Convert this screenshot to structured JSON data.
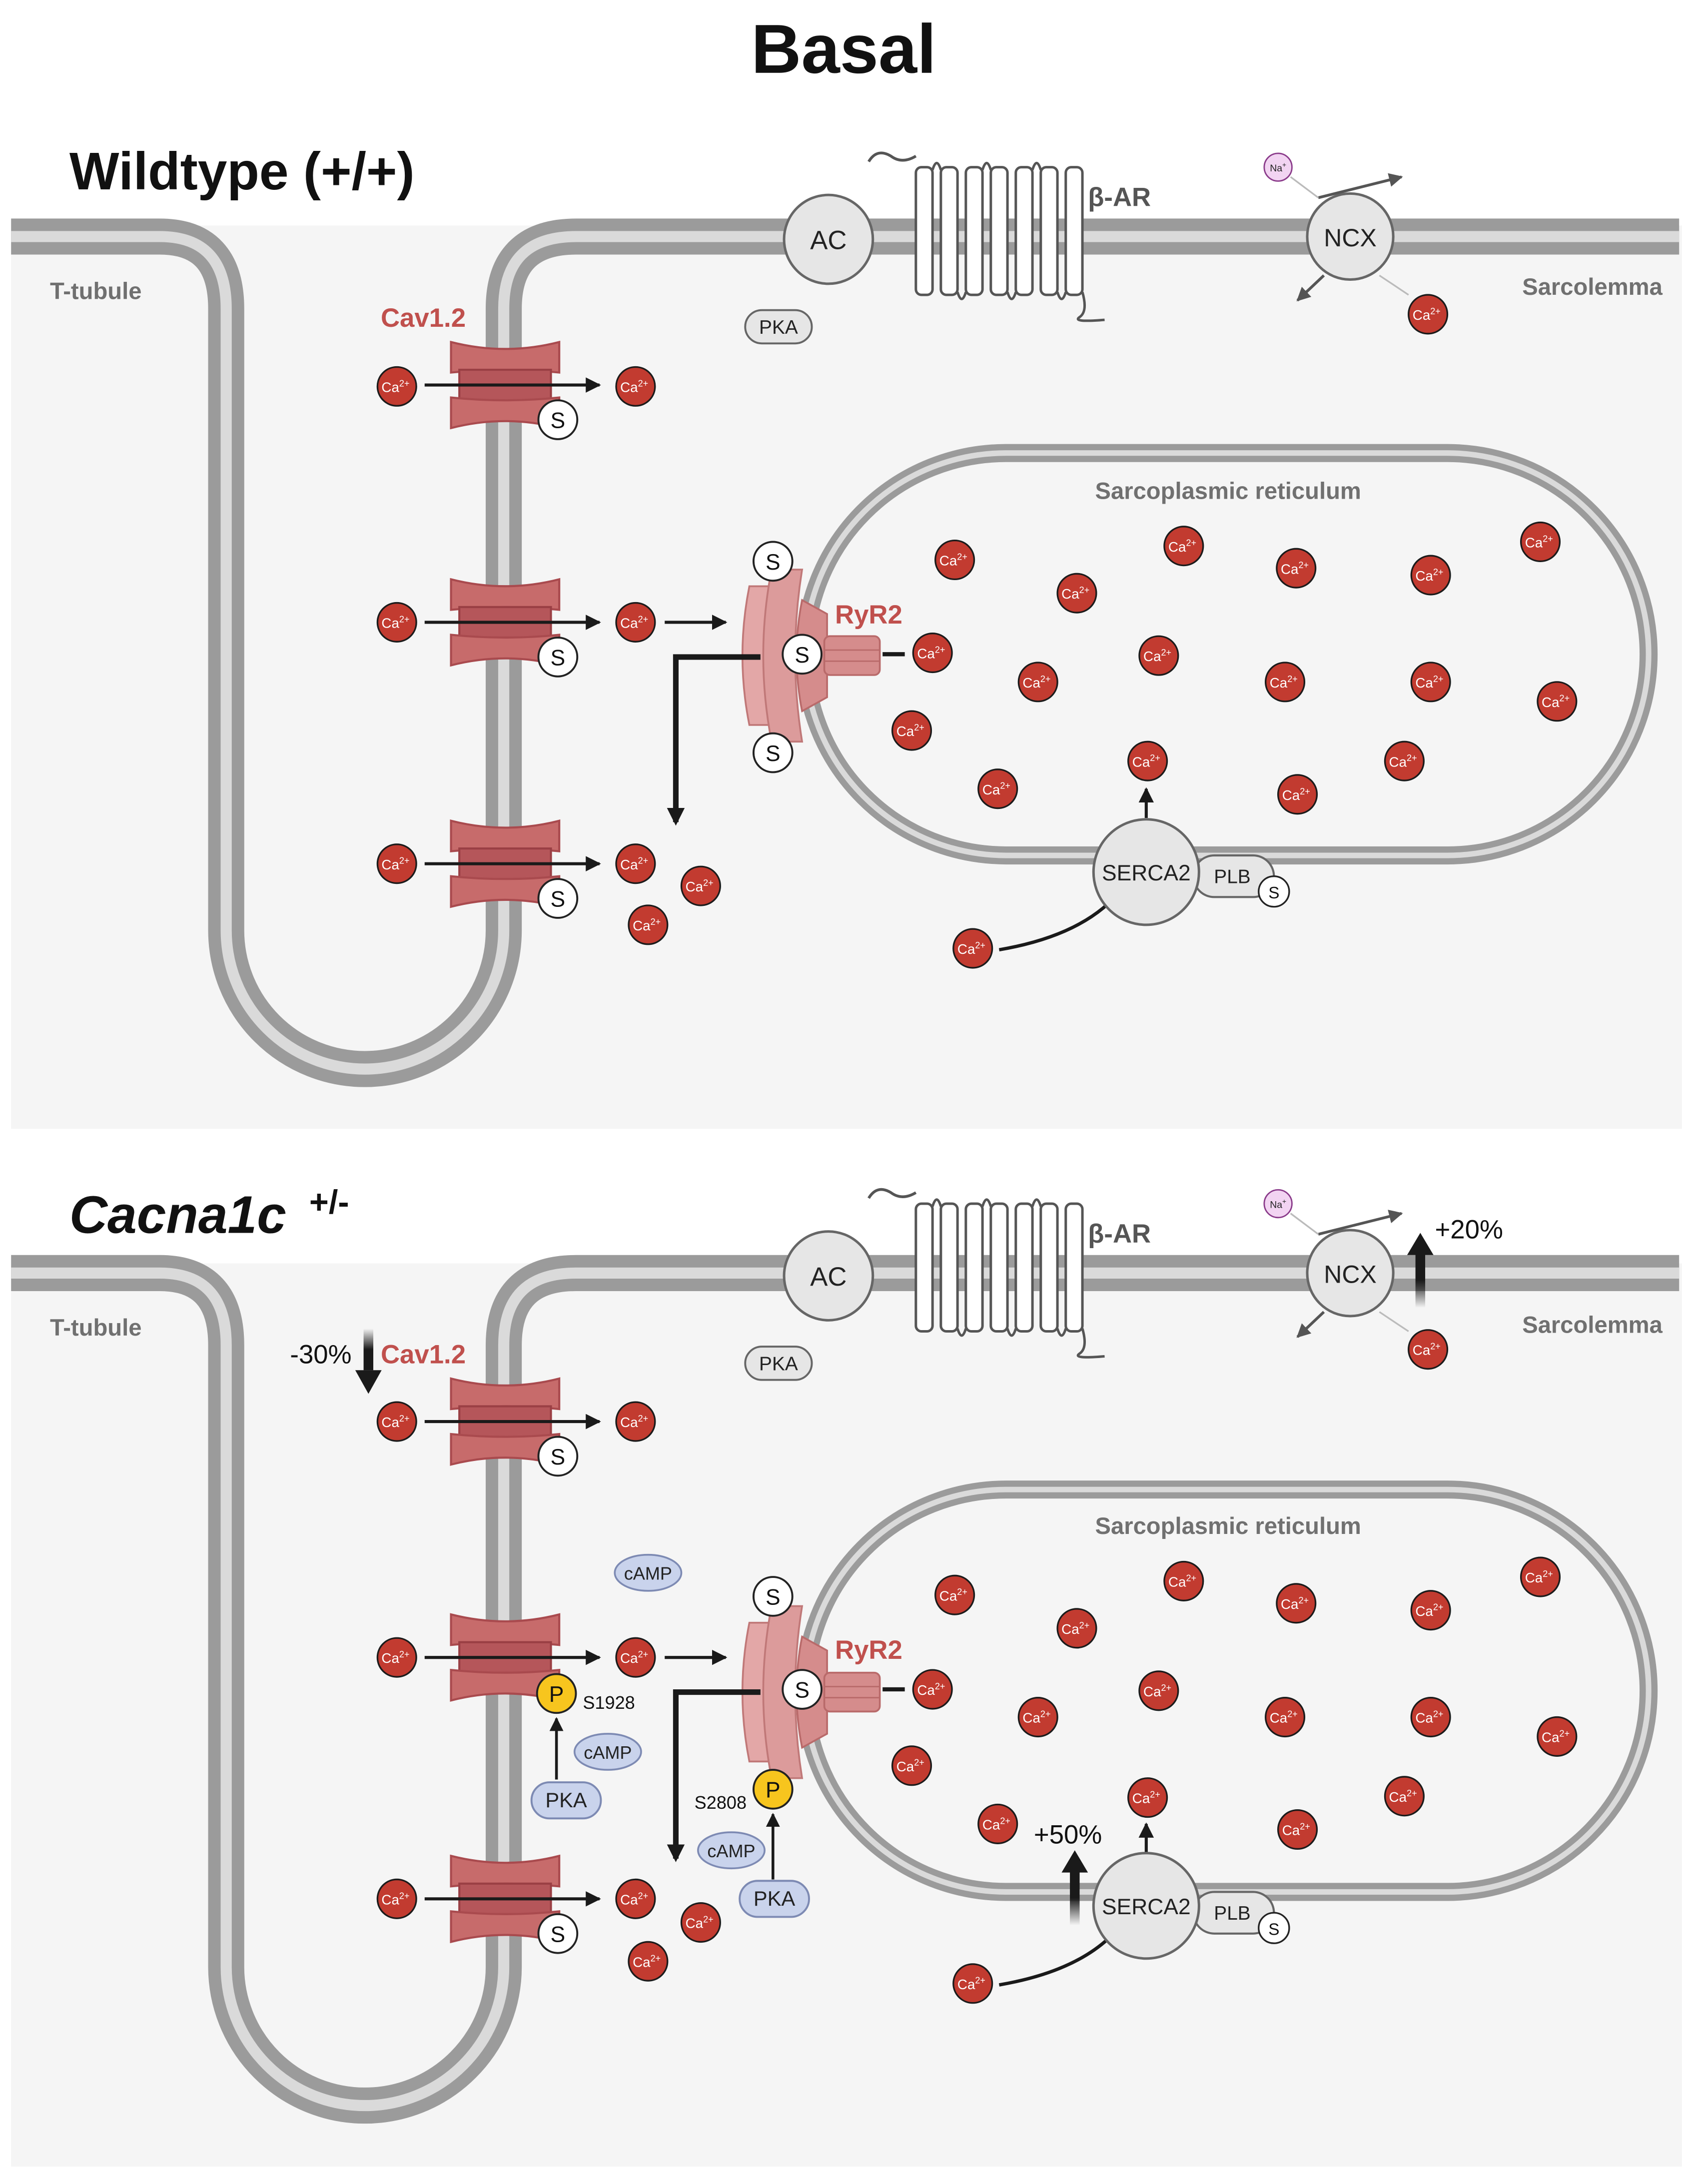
{
  "figure": {
    "title": "Basal"
  },
  "labels": {
    "ca": "Ca",
    "ca_sup": "2+",
    "na": "Na",
    "na_sup": "+",
    "serine": "S",
    "phospho": "P"
  },
  "panels": [
    {
      "id": "wt",
      "title": "Wildtype (+/+)",
      "title_sup": "",
      "t_tubule": "T-tubule",
      "sarcolemma": "Sarcolemma",
      "sr": "Sarcoplasmic reticulum",
      "cav": "Cav1.2",
      "ryr": "RyR2",
      "ac": "AC",
      "bar": "β-AR",
      "ncx": "NCX",
      "pka": "PKA",
      "serca": "SERCA2",
      "plb": "PLB",
      "annotations": {}
    },
    {
      "id": "het",
      "title": "Cacna1c",
      "title_sup": "+/-",
      "t_tubule": "T-tubule",
      "sarcolemma": "Sarcolemma",
      "sr": "Sarcoplasmic reticulum",
      "cav": "Cav1.2",
      "ryr": "RyR2",
      "ac": "AC",
      "bar": "β-AR",
      "ncx": "NCX",
      "pka": "PKA",
      "serca": "SERCA2",
      "plb": "PLB",
      "annotations": {
        "cav_change": "-30%",
        "ncx_change": "+20%",
        "serca_change": "+50%",
        "camp": "cAMP",
        "pka": "PKA",
        "site_cav": "S1928",
        "site_ryr": "S2808"
      }
    }
  ],
  "colors": {
    "panel_bg": "#f5f5f5",
    "membrane": "#9b9b9b",
    "membrane_light": "#d8d8d8",
    "ca": "#c23b30",
    "channel": "#c76b6b",
    "channel_dark": "#a94a4e",
    "ryr": "#dc9b9b",
    "label_red": "#c0504d",
    "label_gray": "#707070",
    "protein": "#e6e6e6",
    "phospho": "#f7c51e",
    "pka_blue": "#c9d3ec",
    "pka_blue_stroke": "#7d8ab3"
  }
}
